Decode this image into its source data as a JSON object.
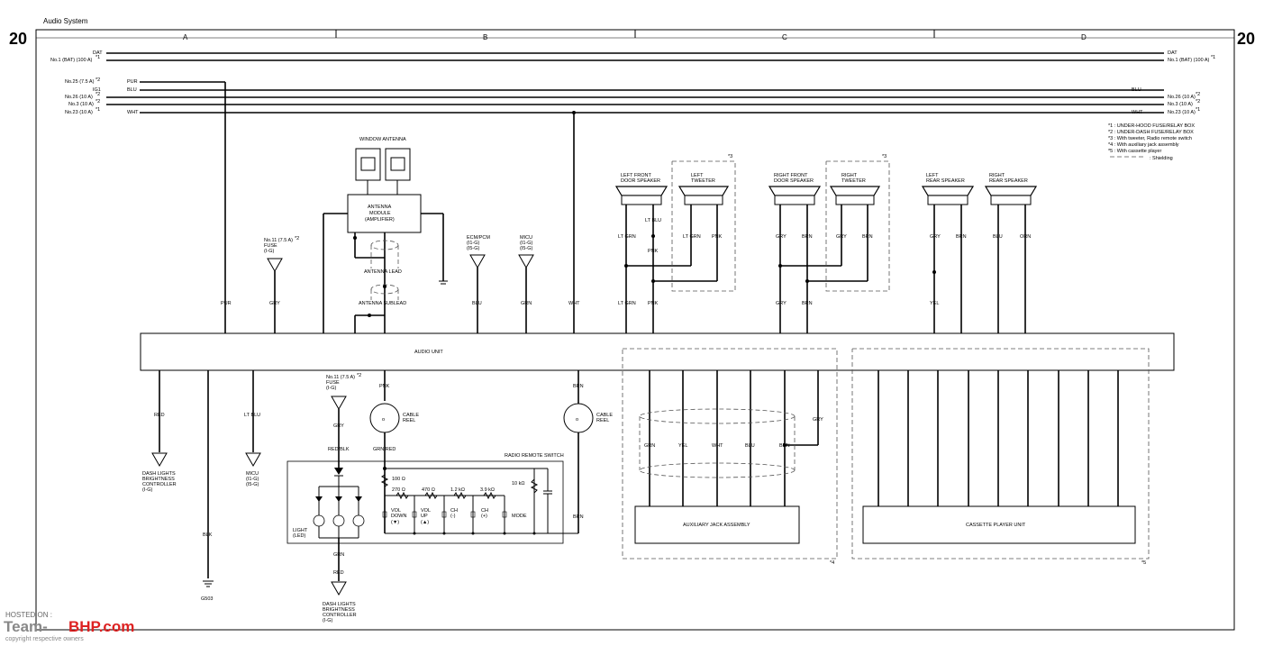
{
  "header": {
    "title": "Audio System",
    "page_left": "20",
    "page_right": "20"
  },
  "columns": [
    "A",
    "B",
    "C",
    "D"
  ],
  "power_lines": [
    {
      "left": "DAT",
      "right": "DAT"
    },
    {
      "left": "No.1 (BAT) (100 A)",
      "left_note": "*1",
      "right": "No.1 (BAT) (100 A)",
      "right_note": "*1"
    },
    {
      "left": "No.25 (7.5 A)",
      "left_note": "*2",
      "wire": "PUR"
    },
    {
      "left": "IG1",
      "wire": "BLU",
      "right": "BLU"
    },
    {
      "left": "No.26 (10 A)",
      "left_note": "*2",
      "right": "No.26 (10 A)",
      "right_note": "*2"
    },
    {
      "left": "No.3 (10 A)",
      "left_note": "*2",
      "right": "No.3 (10 A)",
      "right_note": "*2"
    },
    {
      "left": "No.23 (10 A)",
      "left_note": "*1",
      "wire": "WHT",
      "right": "WHT",
      "right_2": "No.23 (10 A)",
      "right_note": "*1"
    }
  ],
  "legend": [
    "*1 : UNDER-HOOD FUSE/RELAY BOX",
    "*2 : UNDER-DASH FUSE/RELAY BOX",
    "*3 : With tweeter, Radio remote switch",
    "*4 : With auxiliary jack assembly",
    "*5 : With cassette player",
    ": Shielding"
  ],
  "components": {
    "window_antenna": "WINDOW ANTENNA",
    "antenna_module": [
      "ANTENNA",
      "MODULE",
      "(AMPLIFIER)"
    ],
    "antenna_lead": "ANTENNA LEAD",
    "antenna_sublead": "ANTENNA SUBLEAD",
    "fuse_top": [
      "No.11 (7.5 A)",
      "FUSE",
      "(I-G)"
    ],
    "fuse_top_note": "*2",
    "ecm": [
      "ECM/PCM",
      "(I1-G)",
      "(I5-G)"
    ],
    "micu_top": [
      "MICU",
      "(I1-G)",
      "(I5-G)"
    ],
    "left_front_door": [
      "LEFT FRONT",
      "DOOR SPEAKER"
    ],
    "left_tweeter": [
      "LEFT",
      "TWEETER"
    ],
    "right_front_door": [
      "RIGHT FRONT",
      "DOOR SPEAKER"
    ],
    "right_tweeter": [
      "RIGHT",
      "TWEETER"
    ],
    "left_rear": [
      "LEFT",
      "REAR SPEAKER"
    ],
    "right_rear": [
      "RIGHT",
      "REAR SPEAKER"
    ],
    "audio_unit": "AUDIO UNIT",
    "dash_lights_1": [
      "DASH LIGHTS",
      "BRIGHTNESS",
      "CONTROLLER",
      "(I-G)"
    ],
    "micu_bottom": [
      "MICU",
      "(I1-G)",
      "(I5-G)"
    ],
    "fuse_bottom": [
      "No.11 (7.5 A)",
      "FUSE",
      "(I-G)"
    ],
    "fuse_bottom_note": "*2",
    "cable_reel_1": [
      "CABLE",
      "REEL"
    ],
    "cable_reel_2": [
      "CABLE",
      "REEL"
    ],
    "radio_remote_switch": "RADIO REMOTE SWITCH",
    "light_led": [
      "LIGHT",
      "(LED)"
    ],
    "dash_lights_2": [
      "DASH LIGHTS",
      "BRIGHTNESS",
      "CONTROLLER",
      "(I-G)"
    ],
    "ground": "G503",
    "aux_jack": "AUXILIARY JACK ASSEMBLY",
    "cassette": "CASSETTE PLAYER UNIT",
    "vol_down": [
      "VOL",
      "DOWN",
      "(▼)"
    ],
    "vol_up": [
      "VOL",
      "UP",
      "(▲)"
    ],
    "ch_minus": [
      "CH",
      "(-)"
    ],
    "ch_plus": [
      "CH",
      "(+)"
    ],
    "mode": "MODE",
    "resistors": [
      "100 Ω",
      "270 Ω",
      "470 Ω",
      "1.2 kΩ",
      "3.9 kΩ",
      "10 kΩ"
    ],
    "note_3a": "*3",
    "note_3b": "*3",
    "note_4": "*4",
    "note_5": "*5"
  },
  "wires": {
    "pur": "PUR",
    "gry": "GRY",
    "blu": "BLU",
    "grn": "GRN",
    "wht": "WHT",
    "lt_grn": "LT GRN",
    "lt_blu": "LT BLU",
    "pnk": "PNK",
    "brn": "BRN",
    "yel": "YEL",
    "orn": "ORN",
    "red": "RED",
    "blk": "BLK",
    "red_blk": "RED/BLK",
    "grn_red": "GRN/RED"
  },
  "watermark": {
    "hosted": "HOSTED ON :",
    "team": "Team-",
    "bhp": "BHP.com",
    "copy": "copyright respective owners"
  }
}
